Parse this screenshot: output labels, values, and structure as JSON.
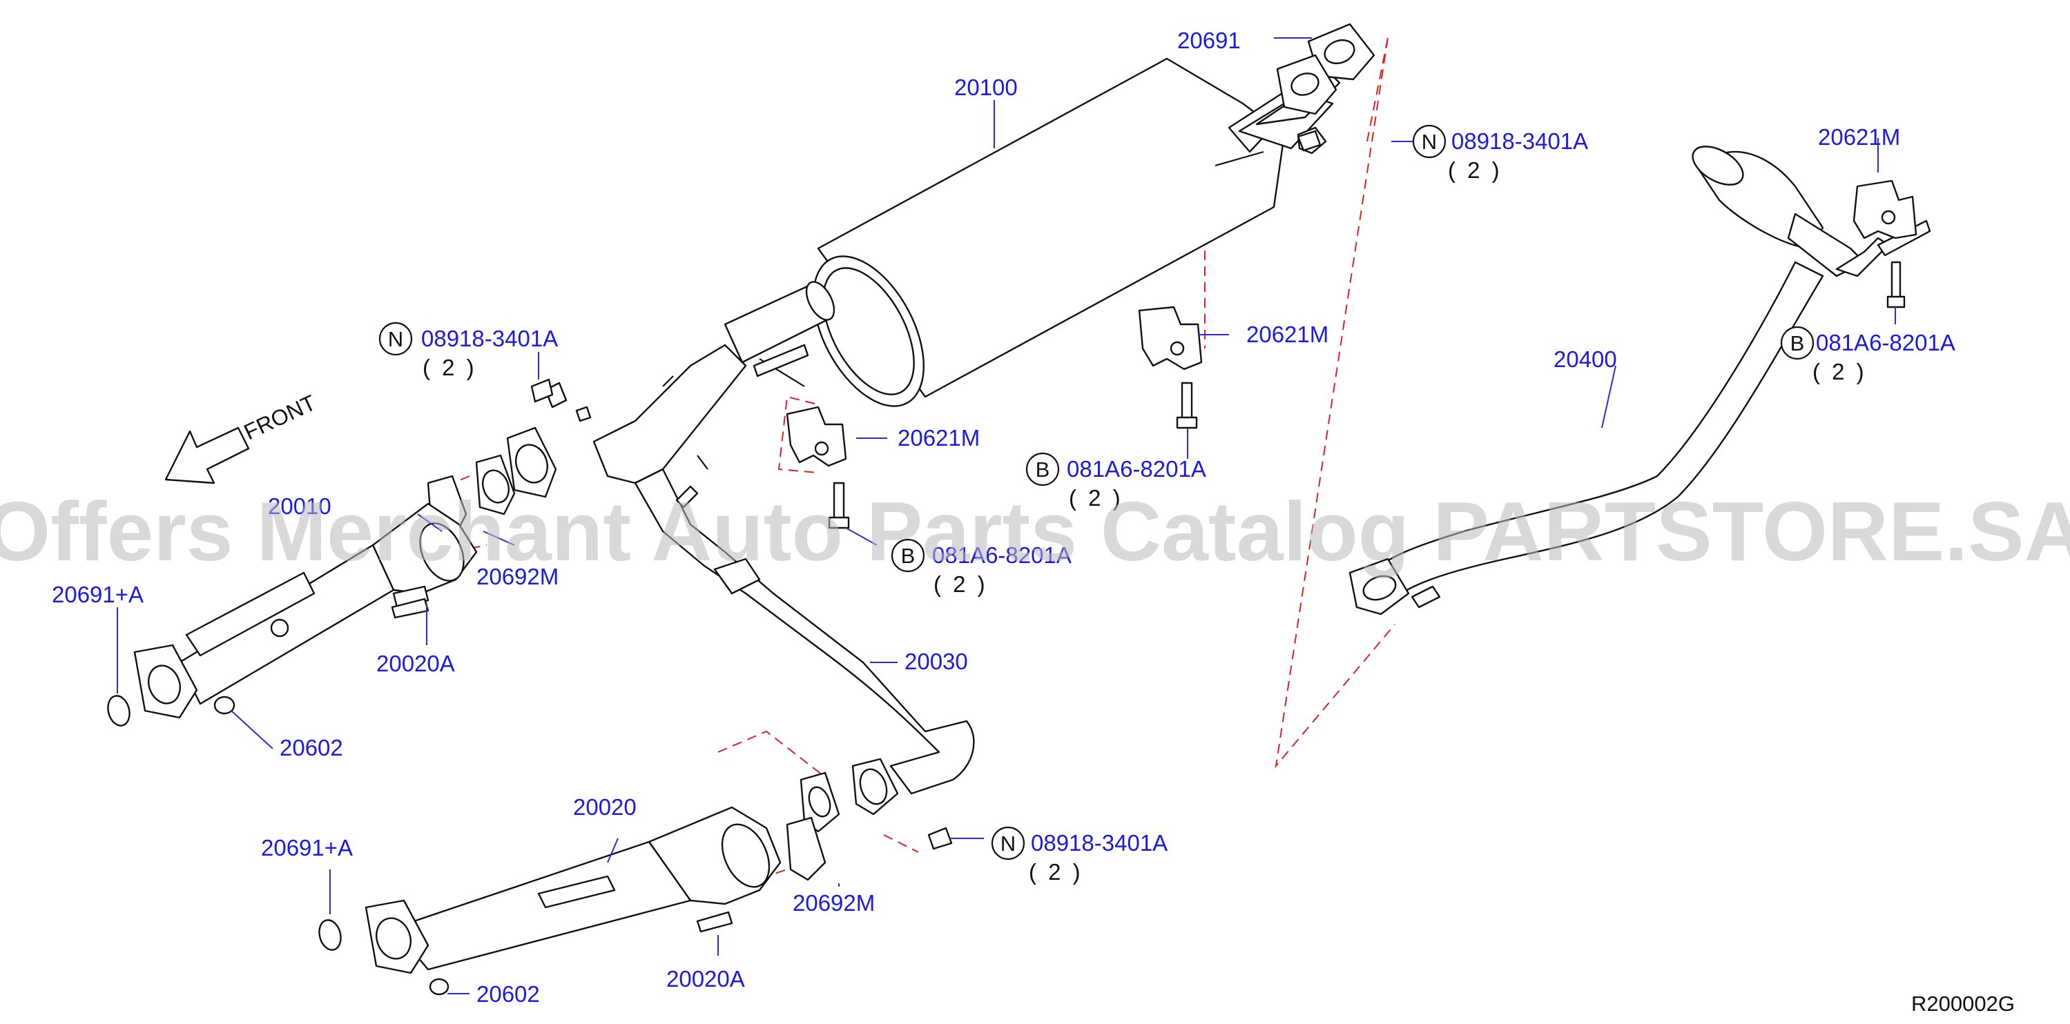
{
  "labels": {
    "muffler": "20100",
    "gasket_top": "20691",
    "nut_code_top": "08918-3401A",
    "nut_qty_top": "( 2 )",
    "tail_tube": "20400",
    "mount_right": "20621M",
    "bolt_code_right": "081A6-8201A",
    "bolt_qty_right": "( 2 )",
    "mount_mid": "20621M",
    "bolt_code_mid": "081A6-8201A",
    "bolt_qty_mid": "( 2 )",
    "nut_code_left": "08918-3401A",
    "nut_qty_left": "( 2 )",
    "mount_left": "20621M",
    "bolt_code_left": "081A6-8201A",
    "bolt_qty_left": "( 2 )",
    "front_tube_upper": "20010",
    "gasket_a_upper": "20691+A",
    "gasket_upper": "20692M",
    "stud_upper": "20020A",
    "nut_upper": "20602",
    "center_tube": "20030",
    "front_tube_lower": "20020",
    "gasket_a_lower": "20691+A",
    "gasket_lower": "20692M",
    "stud_lower": "20020A",
    "nut_lower": "20602",
    "nut_code_bottom": "08918-3401A",
    "nut_qty_bottom": "( 2 )",
    "front_text": "FRONT",
    "diagram_ref": "R200002G"
  },
  "symbols": {
    "nut": "N",
    "bolt": "B"
  },
  "watermark": "Offers Merchant Auto Parts Catalog PARTSTORE.SA",
  "colors": {
    "label_blue": "#1a1ae0",
    "leader_blue": "#2b2bd6",
    "dash_red": "#e02020",
    "watermark_gray": "#b9b9b9"
  }
}
